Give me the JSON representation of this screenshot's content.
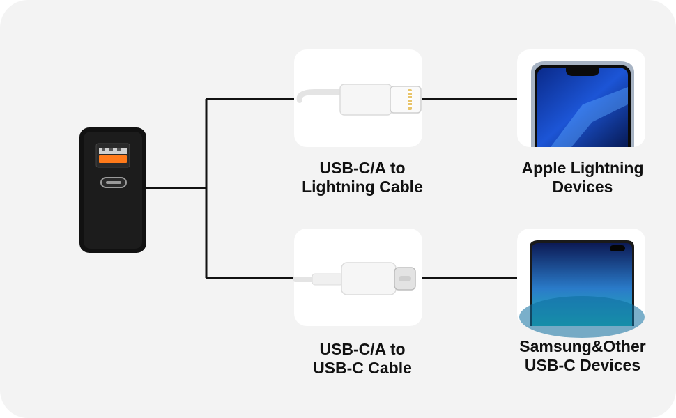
{
  "labels": {
    "lightning_cable": [
      "USB-C/A to",
      "Lightning Cable"
    ],
    "usbc_cable": [
      "USB-C/A to",
      "USB-C Cable"
    ],
    "apple_devices": [
      "Apple Lightning",
      "Devices"
    ],
    "samsung_devices": [
      "Samsung&Other",
      "USB-C Devices"
    ]
  },
  "colors": {
    "background": "#f3f3f3",
    "tile": "#ffffff",
    "wire": "#111111",
    "usb_a_accent": "#ff7a1a"
  },
  "icons": {
    "charger": "wall-charger-icon",
    "lightning_cable": "lightning-cable-icon",
    "usbc_cable": "usbc-cable-icon",
    "iphone": "iphone-icon",
    "android_phone": "android-phone-icon"
  }
}
